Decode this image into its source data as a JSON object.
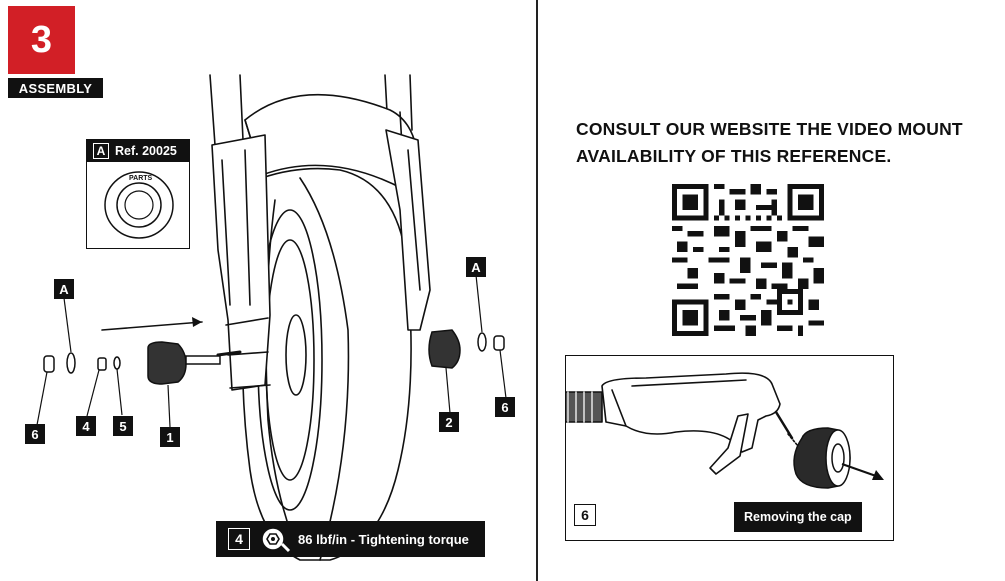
{
  "step": {
    "number": "3",
    "label": "ASSEMBLY"
  },
  "detail_callout": {
    "letter": "A",
    "reference": "Ref. 20025",
    "ring_text": "PARTS"
  },
  "part_tags": {
    "left_a": "A",
    "right_a": "A",
    "part_1": "1",
    "part_2": "2",
    "part_4": "4",
    "part_5": "5",
    "part_6_left": "6",
    "part_6_right": "6"
  },
  "torque": {
    "step_number": "4",
    "text": "86 lbf/in - Tightening torque",
    "icon": "wrench-torque-icon"
  },
  "website_notice": "CONSULT OUR WEBSITE THE VIDEO MOUNT AVAILABILITY OF THIS REFERENCE.",
  "qr_code": {
    "icon": "qr-code-icon"
  },
  "photo": {
    "step_number": "6",
    "caption": "Removing the cap"
  },
  "colors": {
    "accent_red": "#d21f26",
    "ink": "#111111"
  }
}
